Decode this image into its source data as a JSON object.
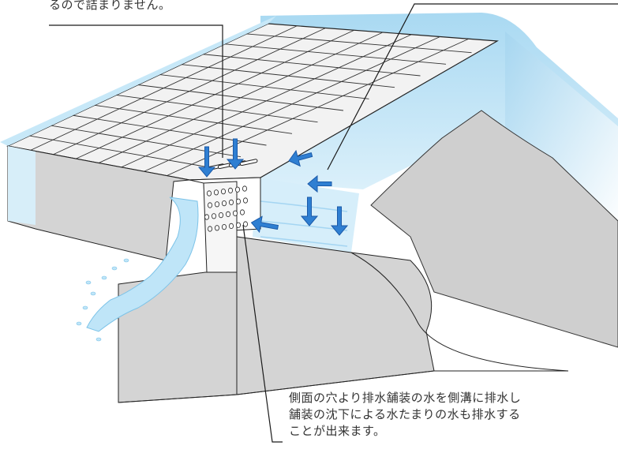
{
  "captions": {
    "top_left": "るので詰まりません。",
    "bottom_lines": [
      "側面の穴より排水舗装の水を側溝に排水し",
      "舗装の沈下による水たまりの水も排水する",
      "ことが出来ます。"
    ]
  },
  "colors": {
    "water": "#b8e1f5",
    "water_light": "#e4f4fc",
    "concrete": "#d9d9d9",
    "paving": "#ececec",
    "arrow": "#2f7fd2",
    "arrow_dark": "#1b5aa8",
    "line": "#1a1a1a"
  },
  "icons": {
    "flow_arrow": "arrow-icon",
    "drain_hole": "hole-icon"
  }
}
